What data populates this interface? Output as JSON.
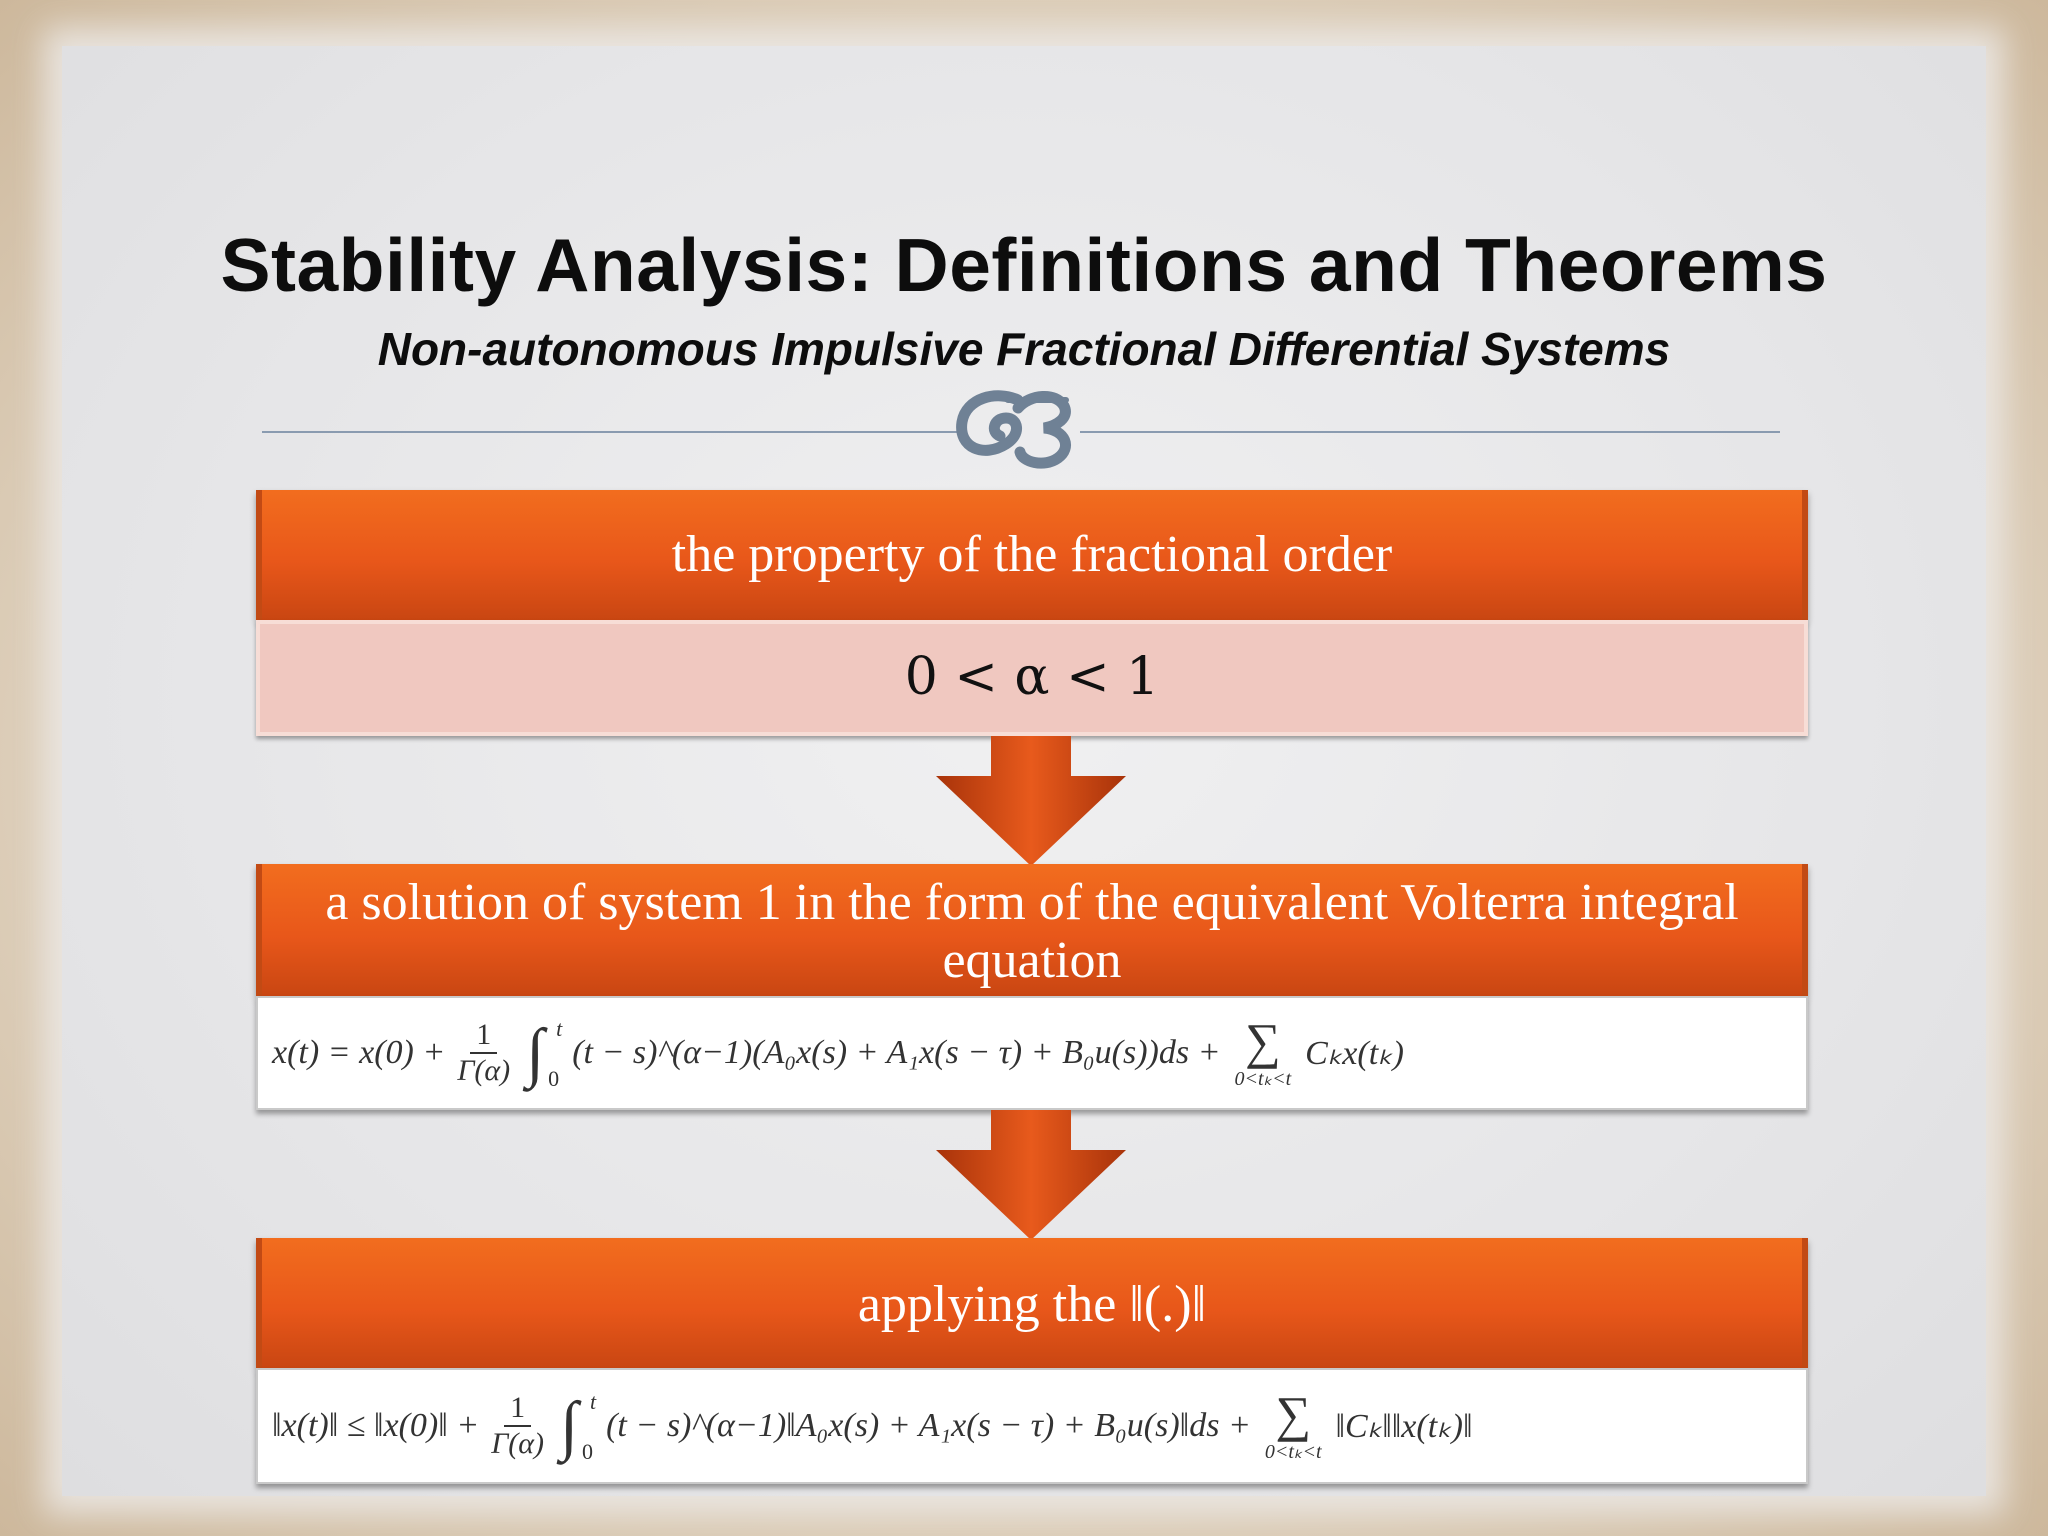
{
  "slide": {
    "title": "Stability Analysis: Definitions and Theorems",
    "subtitle": "Non-autonomous Impulsive Fractional Differential Systems",
    "flourish_icon": "ornament-flourish-icon"
  },
  "blocks": [
    {
      "header": "the property of the fractional order",
      "content": "0 < α < 1"
    },
    {
      "header": "a solution of system 1 in the form of the equivalent Volterra integral equation",
      "equation": {
        "lhs": "x(t) = x(0) +",
        "frac_num": "1",
        "frac_den": "Γ(α)",
        "int_upper": "t",
        "int_lower": "0",
        "integrand": "(t − s)^(α−1)(A₀x(s) + A₁x(s − τ) + B₀u(s))ds +",
        "sum_limits": "0<tₖ<t",
        "sum_term": "Cₖx(tₖ)"
      }
    },
    {
      "header": "applying the ‖(.)‖",
      "equation": {
        "lhs": "‖x(t)‖ ≤ ‖x(0)‖ +",
        "frac_num": "1",
        "frac_den": "Γ(α)",
        "int_upper": "t",
        "int_lower": "0",
        "integrand": "(t − s)^(α−1)‖A₀x(s) + A₁x(s − τ) + B₀u(s)‖ds +",
        "sum_limits": "0<tₖ<t",
        "sum_term": "‖Cₖ‖‖x(tₖ)‖"
      }
    }
  ],
  "colors": {
    "header_orange": "#e8571a",
    "pink_fill": "#f0c8c0",
    "arrow_fill": "#c8420e",
    "divider": "#8a9bb0"
  }
}
